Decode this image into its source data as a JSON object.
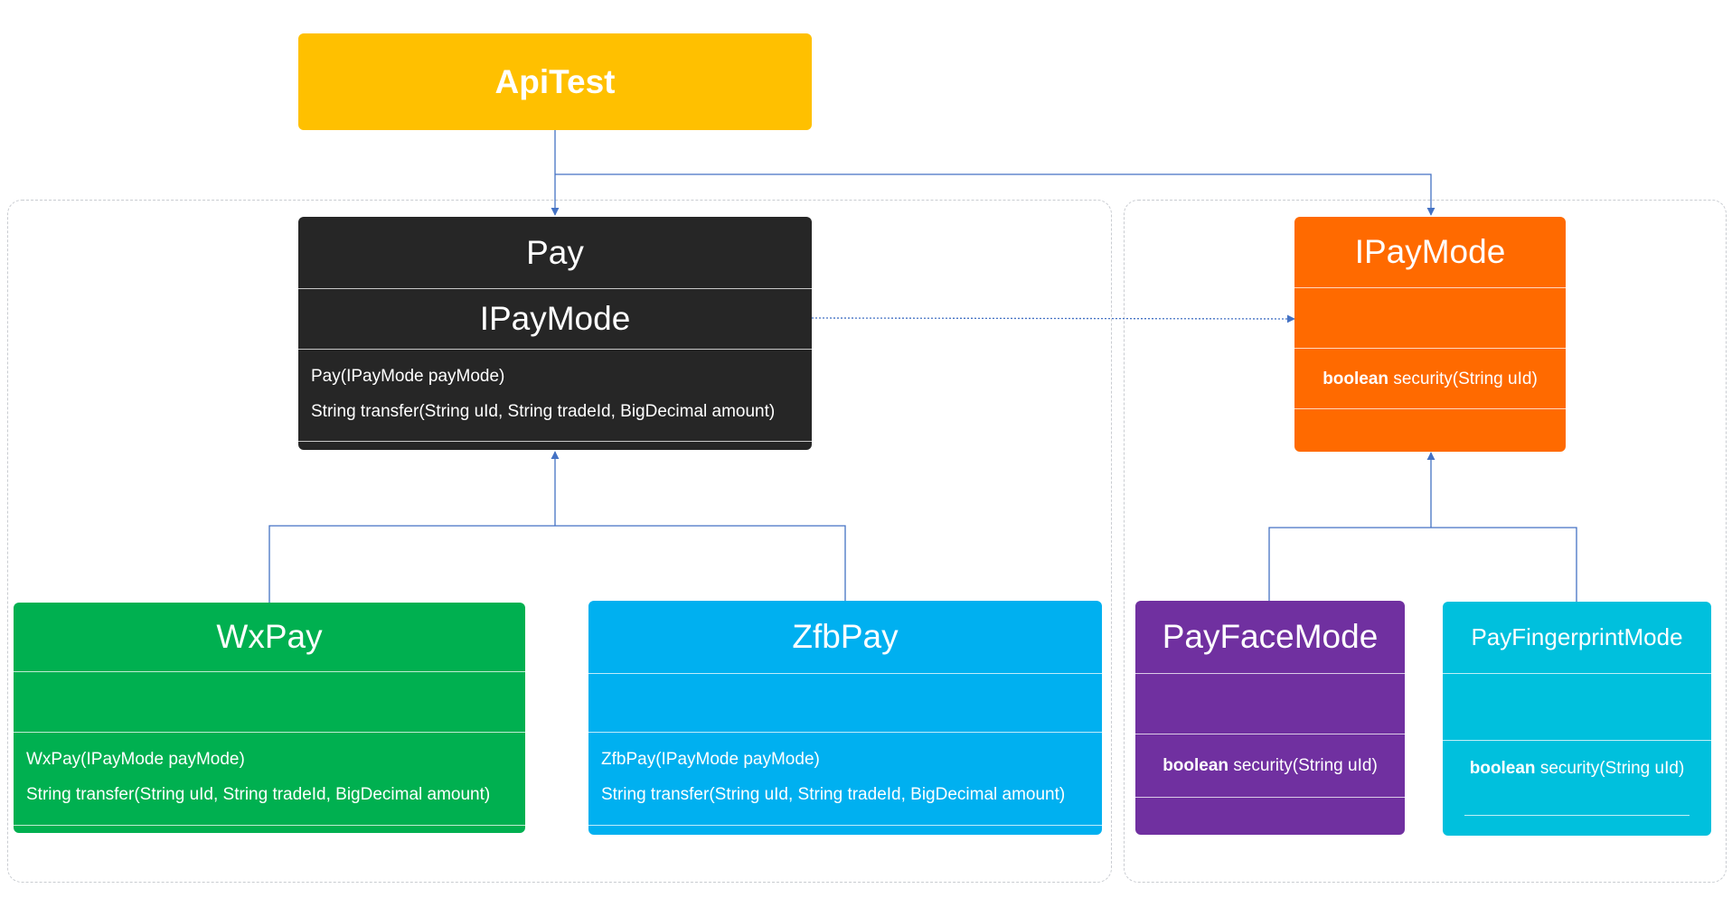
{
  "colors": {
    "api": "#FFC000",
    "pay": "#262626",
    "ipaymode": "#FF6A00",
    "wxpay": "#00B050",
    "zfbpay": "#00B0F0",
    "face": "#7030A0",
    "finger": "#00C0DD",
    "connector": "#4472C4",
    "group_border": "#C9CCD1"
  },
  "api_test": {
    "title": "ApiTest"
  },
  "pay": {
    "title": "Pay",
    "attribute": "IPayMode",
    "methods": [
      "Pay(IPayMode payMode)",
      "String transfer(String uId, String tradeId, BigDecimal amount)"
    ]
  },
  "ipaymode": {
    "title": "IPayMode",
    "method_keyword": "boolean",
    "method_rest": " security(String uId)"
  },
  "wxpay": {
    "title": "WxPay",
    "methods": [
      "WxPay(IPayMode payMode)",
      "String transfer(String uId, String tradeId, BigDecimal amount)"
    ]
  },
  "zfbpay": {
    "title": "ZfbPay",
    "methods": [
      "ZfbPay(IPayMode payMode)",
      "String transfer(String uId, String tradeId, BigDecimal amount)"
    ]
  },
  "pay_face_mode": {
    "title": "PayFaceMode",
    "method_keyword": "boolean",
    "method_rest": " security(String uId)"
  },
  "pay_fingerprint_mode": {
    "title": "PayFingerprintMode",
    "method_keyword": "boolean",
    "method_rest": " security(String uId)"
  }
}
